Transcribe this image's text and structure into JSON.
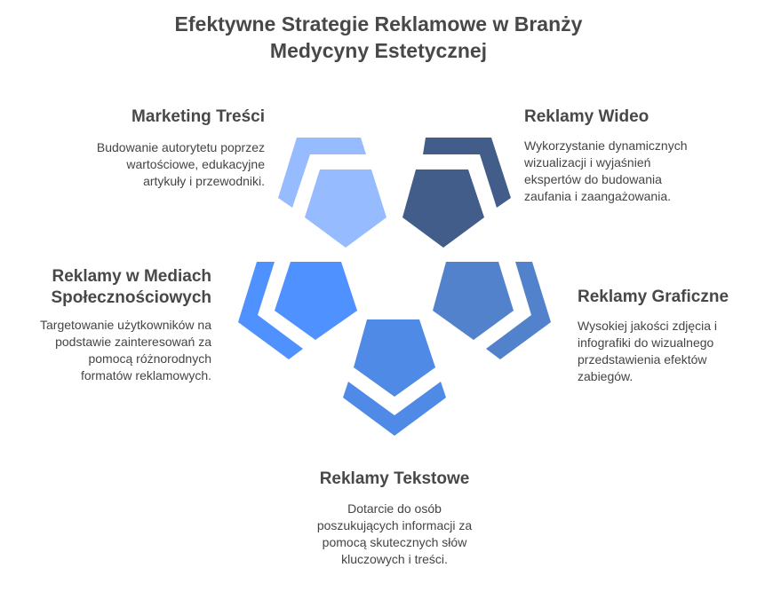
{
  "title_line1": "Efektywne Strategie Reklamowe w Branży",
  "title_line2": "Medycyny Estetycznej",
  "items": [
    {
      "title": "Marketing Treści",
      "desc": [
        "Budowanie autorytetu poprzez",
        "wartościowe, edukacyjne",
        "artykuły i przewodniki."
      ],
      "color": "#96BCFF"
    },
    {
      "title": "Reklamy Wideo",
      "desc": [
        "Wykorzystanie dynamicznych",
        "wizualizacji i wyjaśnień",
        "ekspertów do budowania",
        "zaufania i zaangażowania."
      ],
      "color": "#425D89"
    },
    {
      "title_lines": [
        "Reklamy w Mediach",
        "Społecznościowych"
      ],
      "desc": [
        "Targetowanie użytkowników na",
        "podstawie zainteresowań za",
        "pomocą różnorodnych",
        "formatów reklamowych."
      ],
      "color": "#4F91FF"
    },
    {
      "title": "Reklamy Graficzne",
      "desc": [
        "Wysokiej jakości zdjęcia i",
        "infografiki do wizualnego",
        "przedstawienia efektów",
        "zabiegów."
      ],
      "color": "#5282CC"
    },
    {
      "title": "Reklamy Tekstowe",
      "desc": [
        "Dotarcie do osób",
        "poszukujących informacji za",
        "pomocą skutecznych słów",
        "kluczowych i treści."
      ],
      "color": "#4F8AE6"
    }
  ]
}
